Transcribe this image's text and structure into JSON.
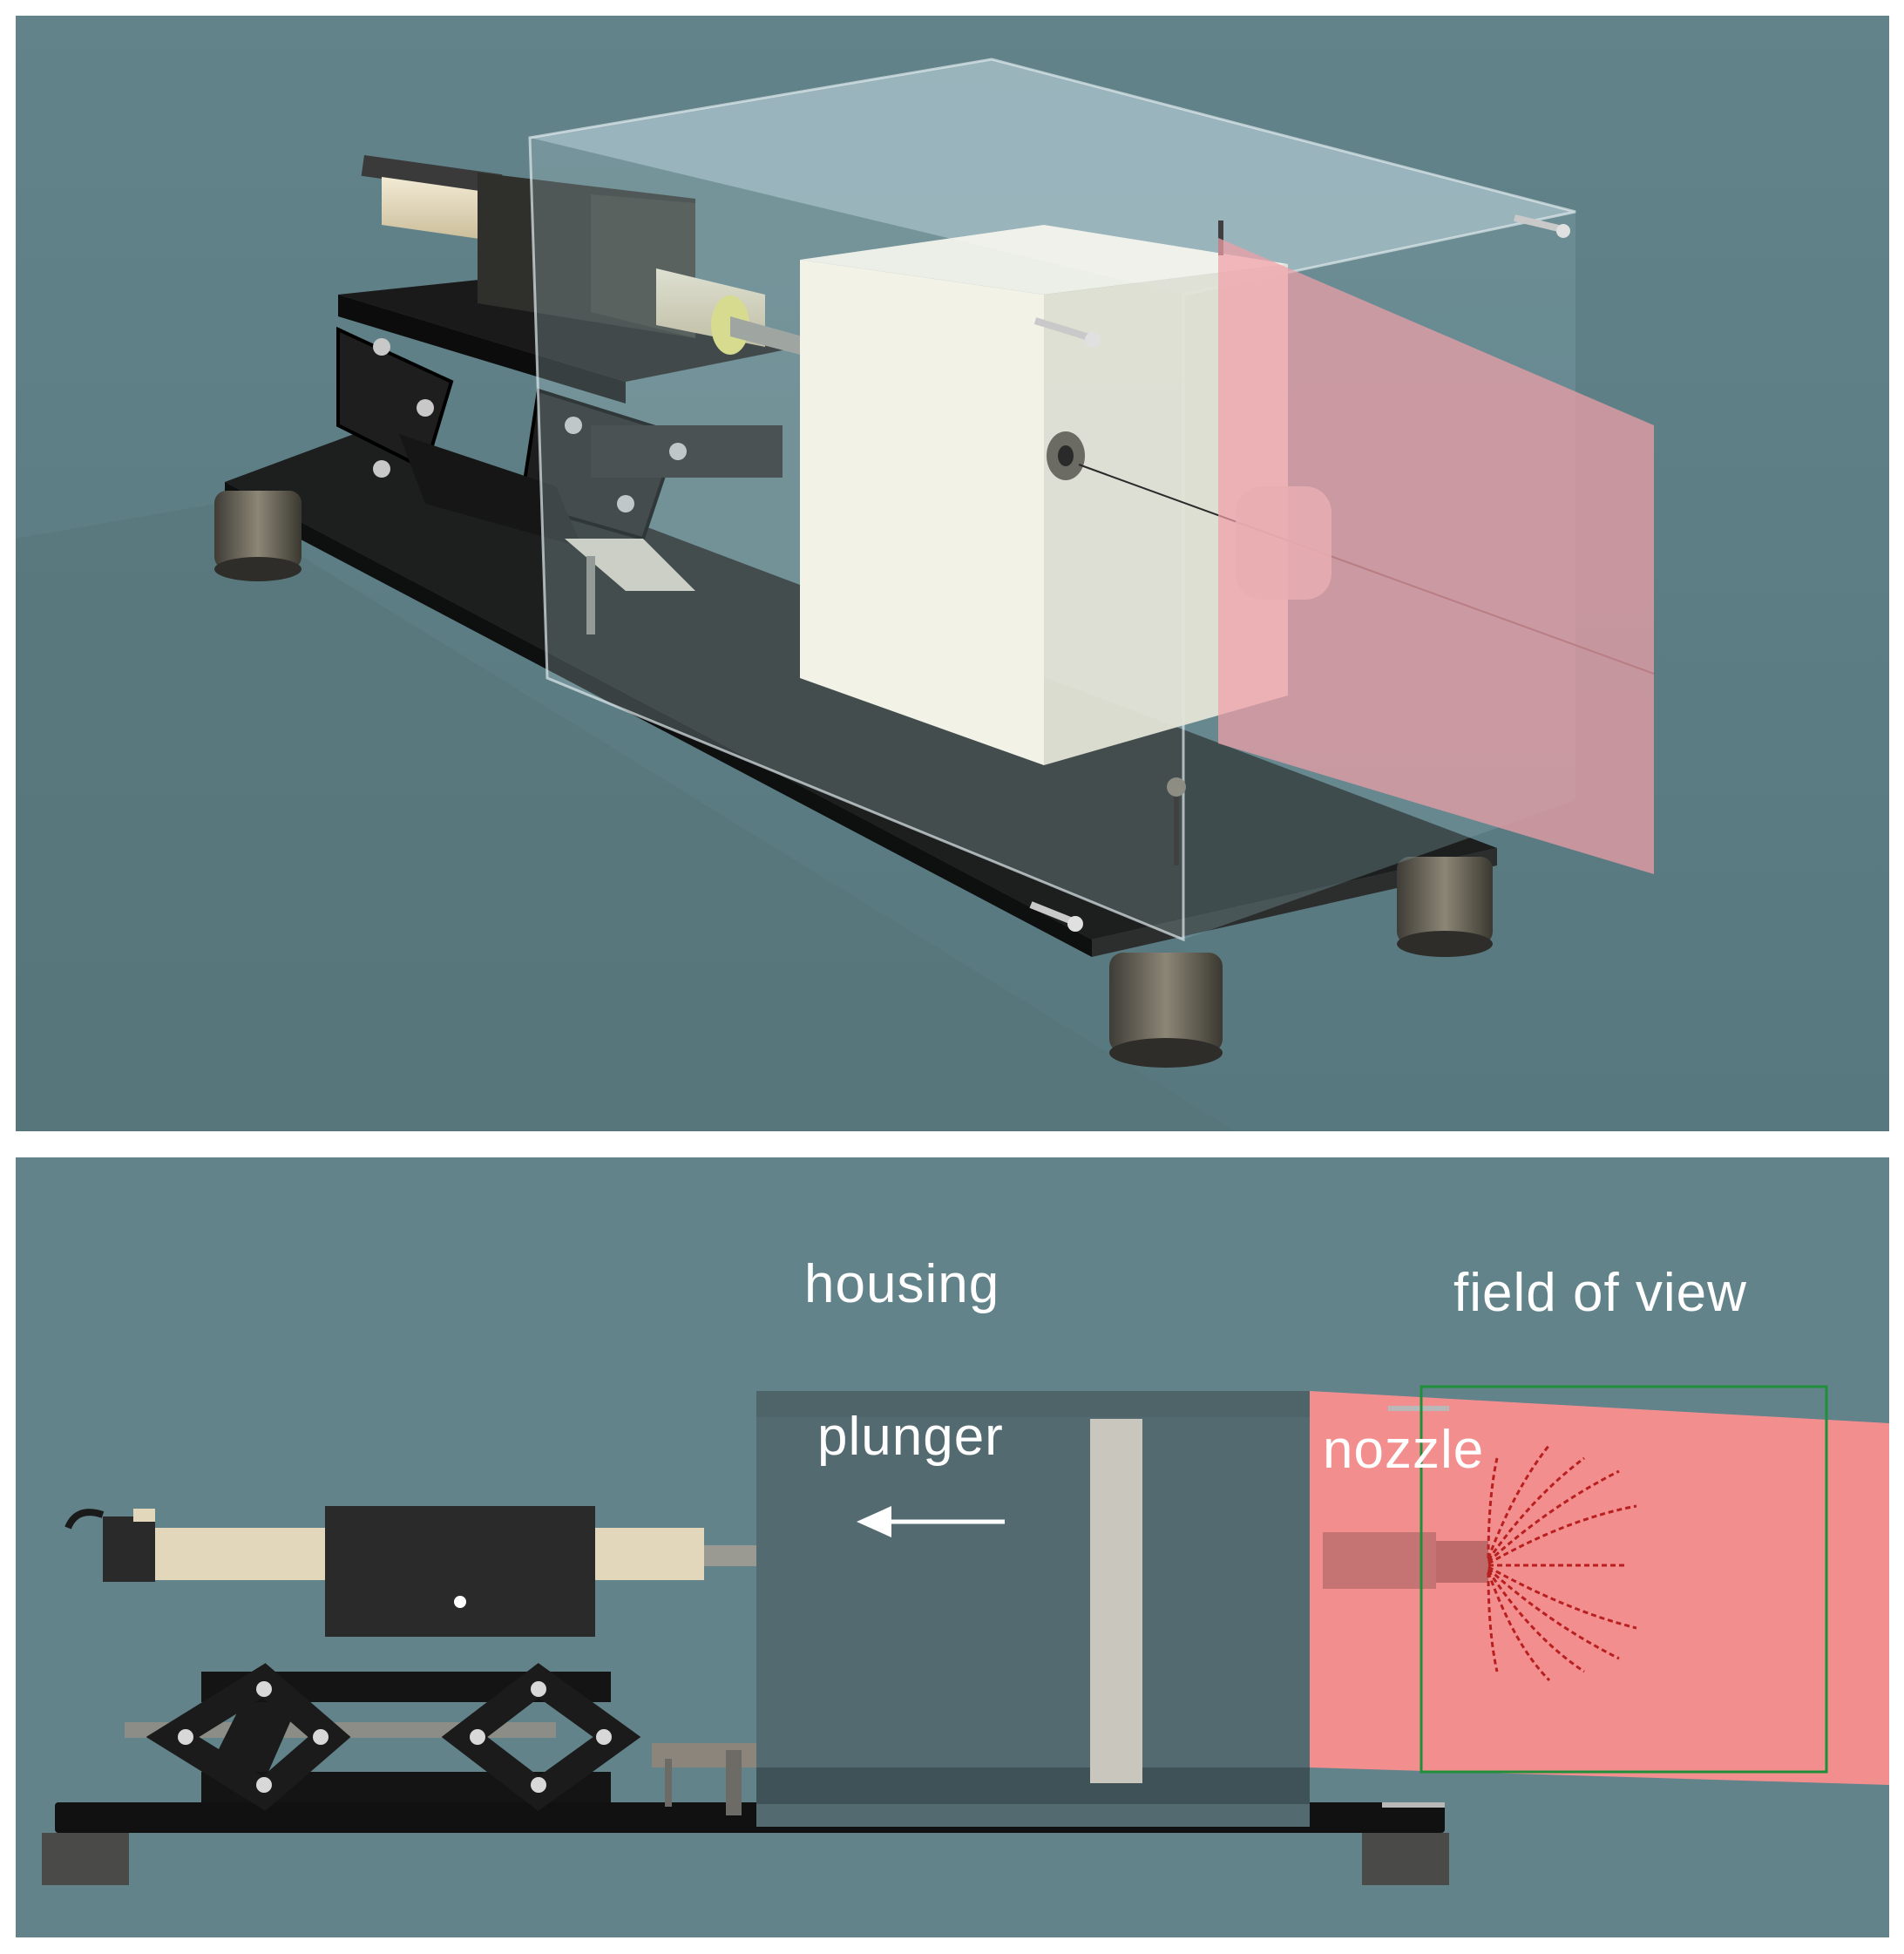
{
  "labels": {
    "housing": "housing",
    "plunger": "plunger",
    "nozzle": "nozzle",
    "field_of_view": "field of view"
  },
  "colors": {
    "background": "#62838a",
    "housing_body": "#526a70",
    "housing_top_strip": "#4e6469",
    "plunger_disc": "#c8c6bd",
    "rod": "#9b9a92",
    "actuator_tan": "#e3d7bb",
    "dark_metal": "#2a2a2a",
    "base_plate": "#111111",
    "feet": "#4a4a48",
    "laser_sheet": "#ff8f8f",
    "field_of_view_frame": "#1f8f3a",
    "jets": "#b81f1f",
    "arrow": "#ffffff"
  },
  "icons": {
    "plunger_direction": "arrow-left"
  }
}
